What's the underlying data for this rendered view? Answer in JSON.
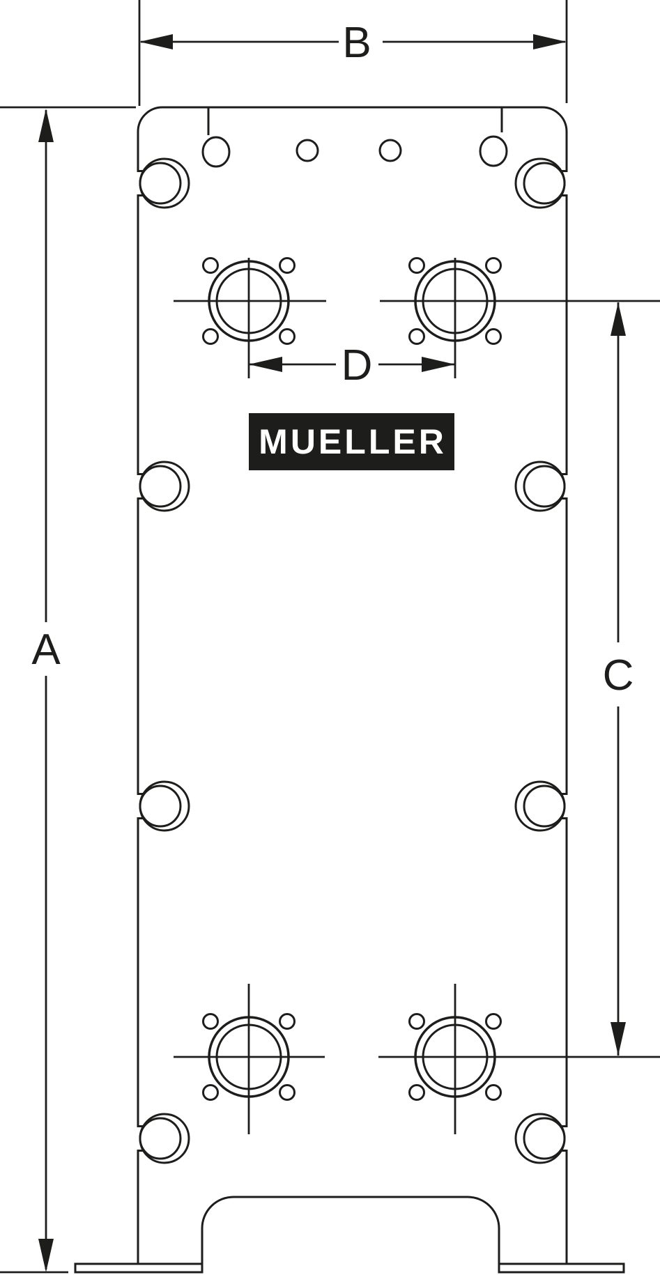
{
  "drawing": {
    "description_labels": {
      "dim_a": "A",
      "dim_b": "B",
      "dim_c": "C",
      "dim_d": "D"
    },
    "logo": {
      "text": "MUELLER",
      "bg": "#1d1d1b",
      "fg": "#ffffff"
    },
    "colors": {
      "ink": "#1d1d1b",
      "background": "#ffffff"
    }
  }
}
